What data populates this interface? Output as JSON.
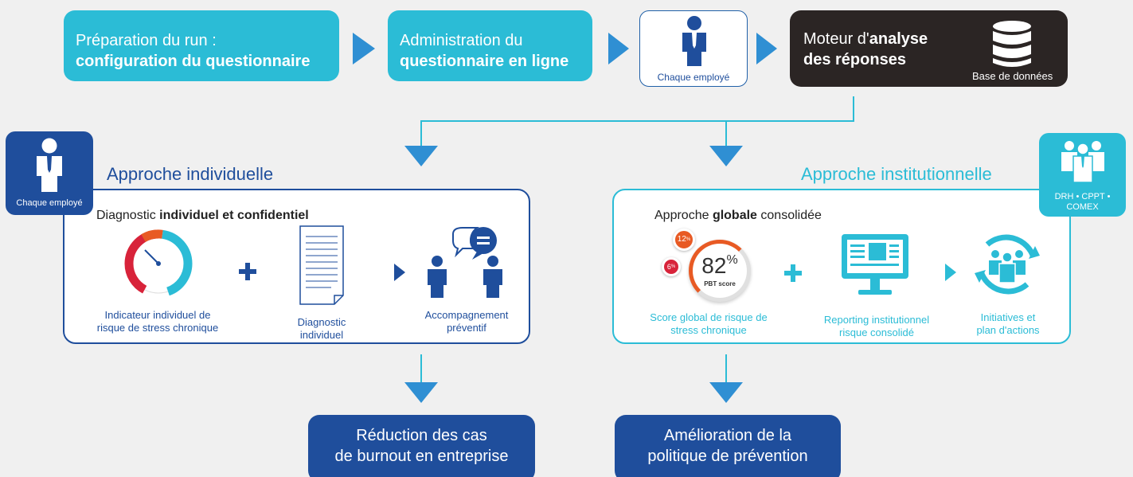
{
  "steps": {
    "prep": {
      "line1": "Préparation du run :",
      "line2": "configuration du questionnaire"
    },
    "admin": {
      "line1": "Administration du",
      "line2": "questionnaire en ligne"
    },
    "employee_label": "Chaque employé",
    "engine": {
      "line1_prefix": "Moteur d'",
      "line1_bold": "analyse",
      "line2": "des réponses",
      "db_label": "Base de données"
    }
  },
  "individual": {
    "badge_label": "Chaque employé",
    "title": "Approche individuelle",
    "subtitle_prefix": "Diagnostic ",
    "subtitle_bold": "individuel et confidentiel",
    "item1": {
      "line1": "Indicateur individuel de",
      "line2": "risque de stress chronique"
    },
    "item2": {
      "line1": "Diagnostic",
      "line2": "individuel"
    },
    "item3": {
      "line1": "Accompagnement",
      "line2": "préventif"
    }
  },
  "institutional": {
    "badge_line1": "DRH • CPPT •",
    "badge_line2": "COMEX",
    "title": "Approche institutionnelle",
    "subtitle_prefix": "Approche ",
    "subtitle_bold": "globale",
    "subtitle_suffix": " consolidée",
    "score_value": "82",
    "score_unit": "%",
    "score_label": "PBT score",
    "bubble1": "12",
    "bubble1_unit": "%",
    "bubble2": "6",
    "bubble2_unit": "%",
    "item1": {
      "line1": "Score global de risque de",
      "line2": "stress chronique"
    },
    "item2": {
      "line1": "Reporting institutionnel",
      "line2": "risque consolidé"
    },
    "item3": {
      "line1": "Initiatives et",
      "line2": "plan d'actions"
    }
  },
  "outcomes": {
    "left": {
      "line1": "Réduction des cas",
      "line2": "de burnout en entreprise"
    },
    "right": {
      "line1": "Amélioration de la",
      "line2": "politique de prévention"
    }
  },
  "colors": {
    "cyan": "#2bbcd6",
    "blue": "#1f4e9c",
    "arrow": "#2f8fd3",
    "dark": "#2b2524",
    "red": "#d8233a",
    "orange": "#e85a24"
  }
}
